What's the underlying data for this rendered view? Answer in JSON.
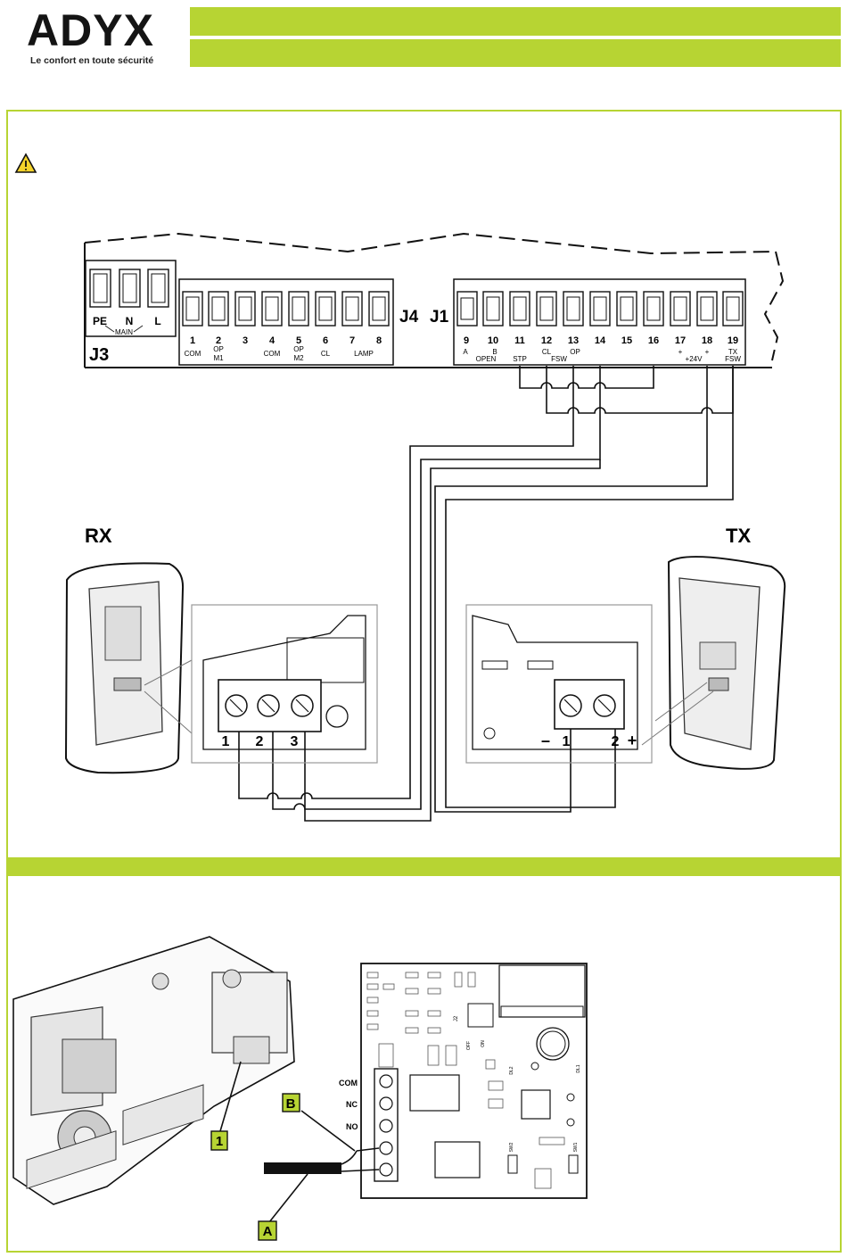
{
  "header": {
    "brand": "ADYX",
    "tagline": "Le confort en toute sécurité",
    "accent_color": "#b7d433"
  },
  "wiring": {
    "warning_icon": "warning-triangle-icon",
    "board": {
      "j3": {
        "label": "J3",
        "terminals": [
          "PE",
          "N",
          "L"
        ],
        "group": "MAIN"
      },
      "j4_label": "J4",
      "j1_label": "J1",
      "j4_terminals": [
        {
          "num": "1",
          "sub1": "COM",
          "sub2": ""
        },
        {
          "num": "2",
          "sub1": "OP",
          "sub2": "M1"
        },
        {
          "num": "3",
          "sub1": "",
          "sub2": ""
        },
        {
          "num": "4",
          "sub1": "COM",
          "sub2": ""
        },
        {
          "num": "5",
          "sub1": "OP",
          "sub2": "M2"
        },
        {
          "num": "6",
          "sub1": "CL",
          "sub2": ""
        },
        {
          "num": "7",
          "sub1": "LAMP",
          "sub2": ""
        },
        {
          "num": "8",
          "sub1": "",
          "sub2": ""
        }
      ],
      "j1_terminals": [
        "9",
        "10",
        "11",
        "12",
        "13",
        "14",
        "15",
        "16",
        "17",
        "18",
        "19"
      ],
      "j1_labels": {
        "a": "A",
        "b": "B",
        "open": "OPEN",
        "stp": "STP",
        "cl": "CL",
        "fsw": "FSW",
        "op": "OP",
        "plus17": "+",
        "plus18": "+",
        "v24": "+24V",
        "tx": "TX",
        "fsw19": "FSW"
      }
    },
    "rx": {
      "label": "RX",
      "terminals": [
        "1",
        "2",
        "3"
      ]
    },
    "tx": {
      "label": "TX",
      "terminals": [
        "1",
        "2"
      ],
      "minus": "–",
      "plus": "+"
    }
  },
  "module": {
    "relay_labels": [
      "COM",
      "NC",
      "NO"
    ],
    "callouts": {
      "one": "1",
      "b": "B",
      "a": "A"
    },
    "pcb_marks": {
      "j2": "J2",
      "sw1": "SW1",
      "sw2": "SW2",
      "dl1": "DL1",
      "dl2": "DL2",
      "off": "OFF",
      "on": "ON"
    }
  }
}
